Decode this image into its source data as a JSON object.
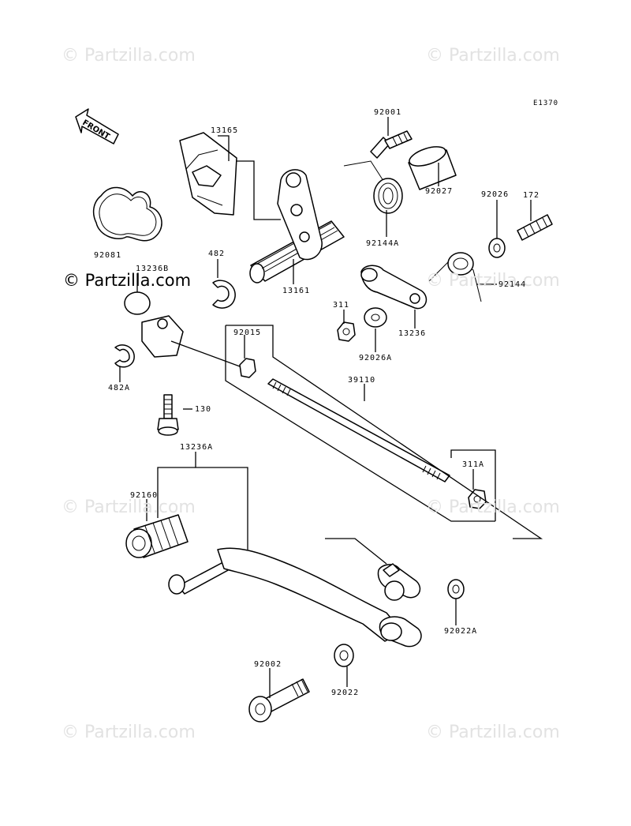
{
  "watermark": {
    "text": "© Partzilla.com"
  },
  "diagram_code": "E1370",
  "front_label": "FRONT",
  "parts": {
    "p13165": "13165",
    "p92001": "92001",
    "p92081": "92081",
    "p92027": "92027",
    "p172": "172",
    "p92026": "92026",
    "p92144A": "92144A",
    "p13161": "13161",
    "p482": "482",
    "p13236B": "13236B",
    "p92144": "92144",
    "p311": "311",
    "p13236": "13236",
    "p92026A": "92026A",
    "p92015": "92015",
    "p482A": "482A",
    "p39110": "39110",
    "p130": "130",
    "p13236A": "13236A",
    "p311A": "311A",
    "p92160": "92160",
    "p92022A": "92022A",
    "p92002": "92002",
    "p92022": "92022"
  }
}
